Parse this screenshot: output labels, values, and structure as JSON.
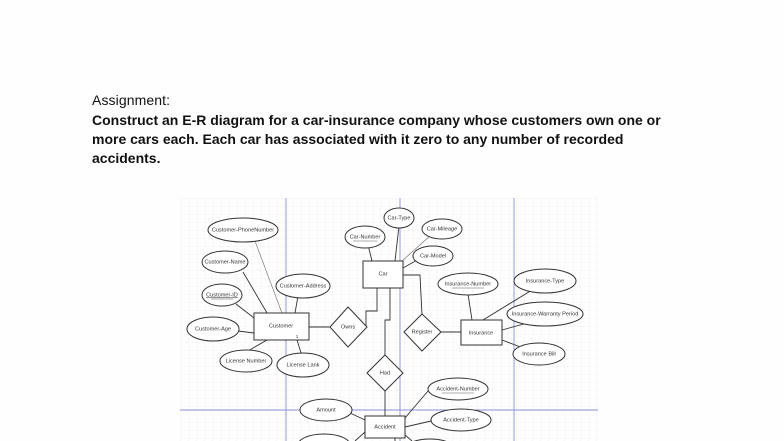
{
  "assignment": {
    "label": "Assignment:",
    "text": "Construct an E-R diagram for a car-insurance company whose customers own one or more cars each. Each car has associated with it zero to any number of recorded accidents."
  },
  "diagram": {
    "type": "E-R diagram",
    "colors": {
      "grid": "#e6e6ee",
      "guide": "#8a8fd6",
      "stroke": "#333333"
    },
    "entities": {
      "customer": "Customer",
      "car": "Car",
      "insurance": "Insurance",
      "accident": "Accident"
    },
    "relationships": {
      "owns": "Owns",
      "register": "Register",
      "had": "Had"
    },
    "attributes": {
      "customer_phone": "Customer-PhoneNumber",
      "customer_name": "Customer-Name",
      "customer_id": "Customer-ID",
      "customer_age": "Customer-Age",
      "customer_address": "Customer-Address",
      "license_number": "License Number",
      "license_lank": "License Lank",
      "car_number": "Car-Number",
      "car_type": "Car-Type",
      "car_mileage": "Car-Mileage",
      "car_model": "Car-Model",
      "insurance_number": "Insurance-Number",
      "insurance_type": "Insurance-Type",
      "insurance_warranty": "Insurance-Warranty Period",
      "insurance_bill": "Insurance Bill",
      "accident_number": "Accident-Number",
      "accident_type": "Accident-Type",
      "amount": "Amount"
    },
    "customer_cardinality_mark": "1"
  }
}
